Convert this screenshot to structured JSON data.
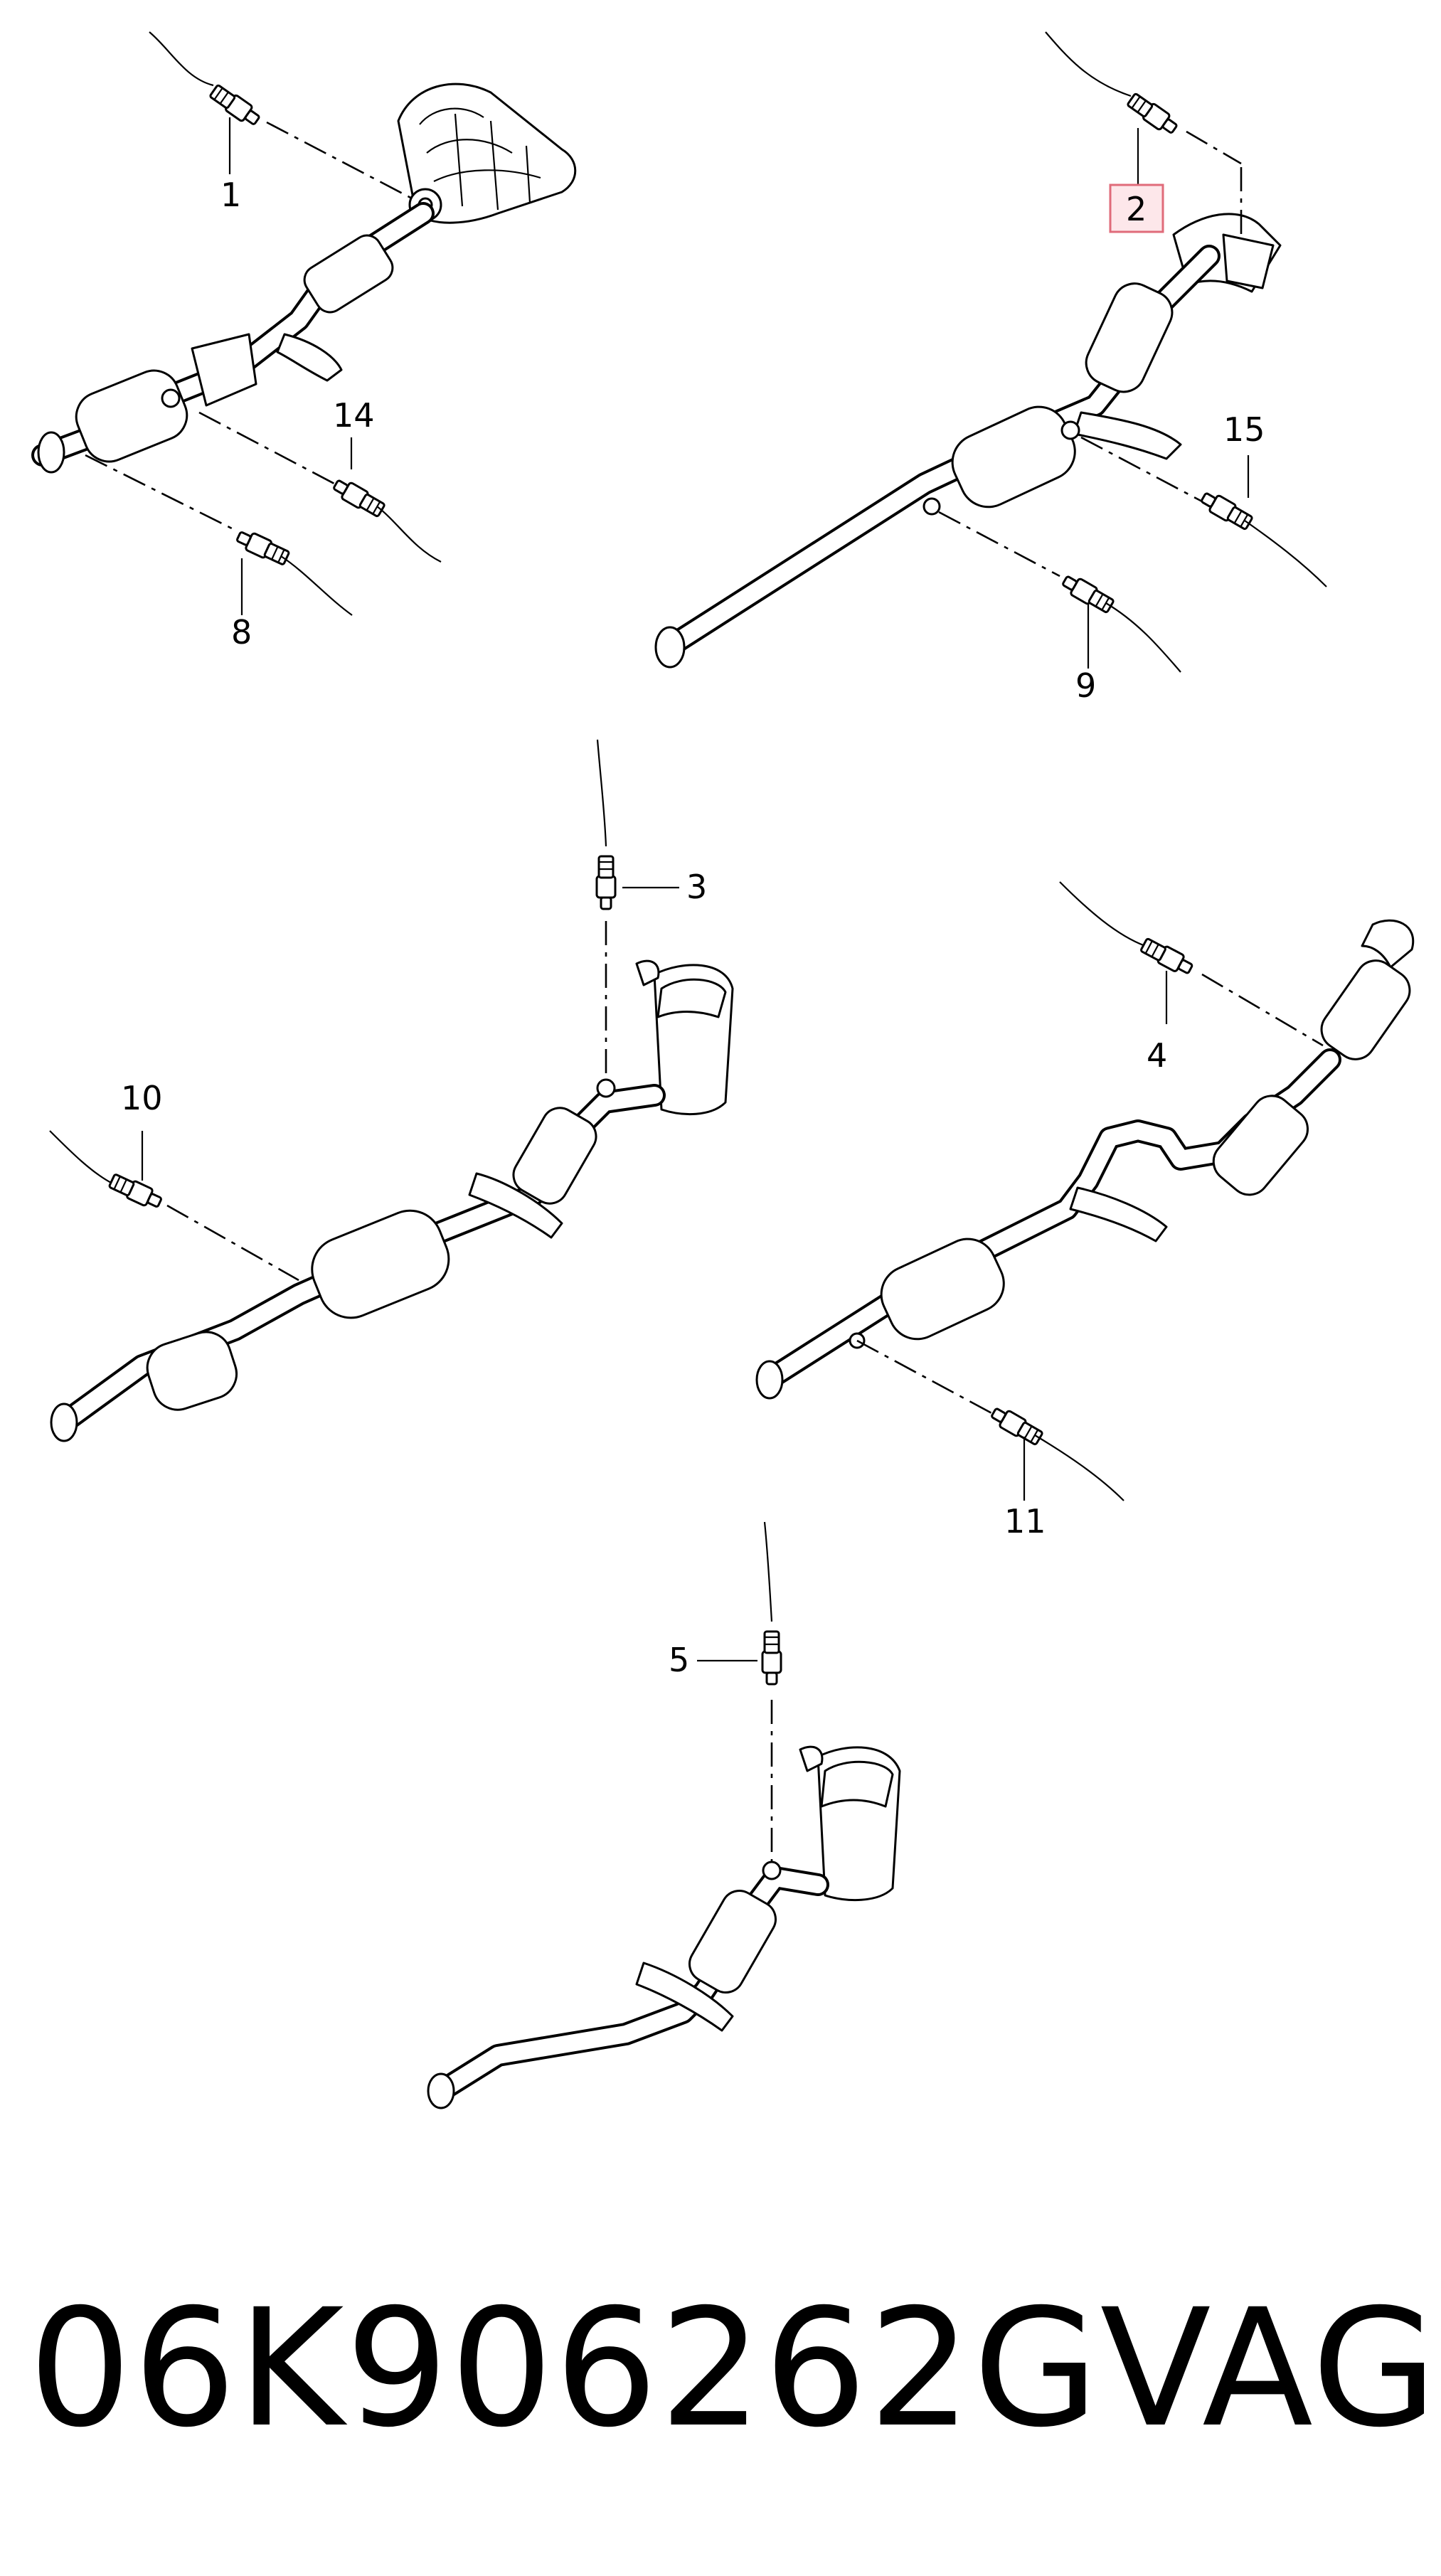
{
  "callouts": {
    "c1": "1",
    "c2": "2",
    "c3": "3",
    "c4": "4",
    "c5": "5",
    "c8": "8",
    "c9": "9",
    "c10": "10",
    "c11": "11",
    "c14": "14",
    "c15": "15"
  },
  "highlighted_callout": "2",
  "highlight_color": "#fde7ea",
  "highlight_border_color": "#e06b7a",
  "part_code": {
    "number": "06K906262G",
    "brand": "VAG"
  }
}
